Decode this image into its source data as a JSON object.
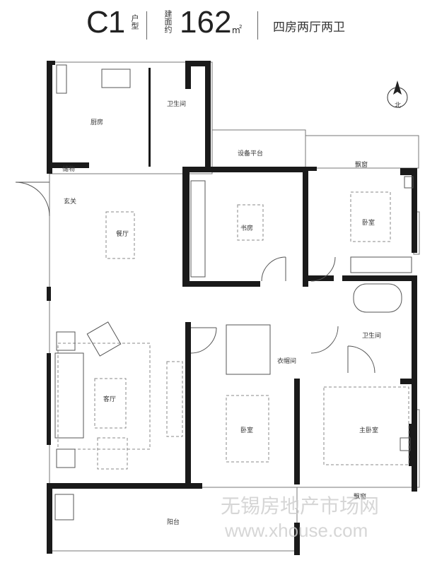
{
  "header": {
    "unit_code": "C1",
    "unit_type_label": "户型",
    "area_label": "建面约",
    "area_value": "162",
    "area_unit": "m",
    "area_unit_sup": "2",
    "layout_desc": "四房两厅两卫"
  },
  "compass": {
    "label": "北"
  },
  "rooms": {
    "kitchen": "厨房",
    "bath1": "卫生间",
    "storage": "储物",
    "equipment": "设备平台",
    "bay_top": "飘窗",
    "foyer": "玄关",
    "dining": "餐厅",
    "study": "书房",
    "bed_ne": "卧室",
    "living": "客厅",
    "cloak": "衣帽间",
    "bath2": "卫生间",
    "bed_mid": "卧室",
    "master": "主卧室",
    "bay_bottom": "飘窗",
    "balcony": "阳台"
  },
  "watermark": {
    "line1": "无锡房地产市场网",
    "line2": "www.xhouse.com"
  },
  "colors": {
    "wall": "#1a1a1a",
    "line": "#777777",
    "dash": "#888888"
  }
}
